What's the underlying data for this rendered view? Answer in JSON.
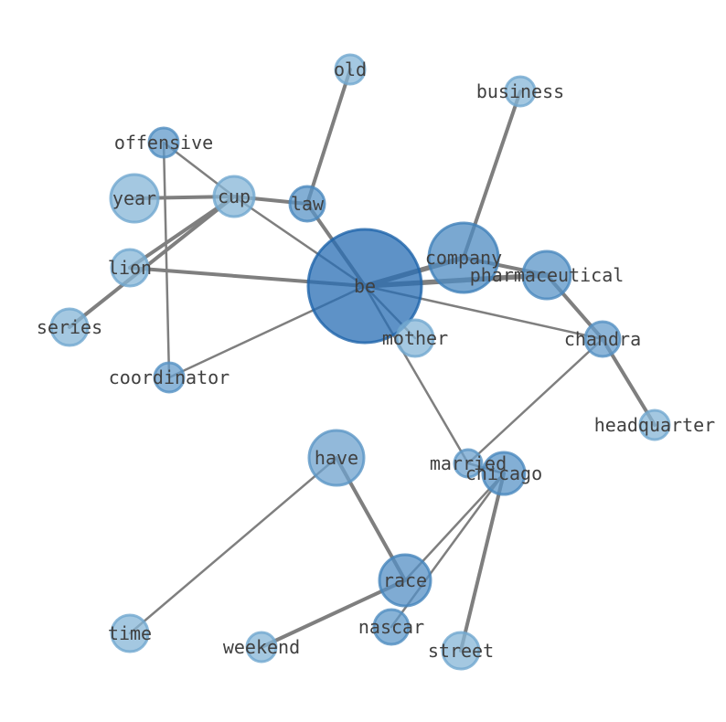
{
  "graph": {
    "nodes": [
      {
        "id": "be",
        "label": "be",
        "weight": 1.0
      },
      {
        "id": "company",
        "label": "company",
        "weight": 0.7
      },
      {
        "id": "pharmaceutical",
        "label": "pharmaceutical",
        "weight": 0.6
      },
      {
        "id": "race",
        "label": "race",
        "weight": 0.65
      },
      {
        "id": "chicago",
        "label": "chicago",
        "weight": 0.6
      },
      {
        "id": "law",
        "label": "law",
        "weight": 0.6
      },
      {
        "id": "have",
        "label": "have",
        "weight": 0.45
      },
      {
        "id": "chandra",
        "label": "chandra",
        "weight": 0.5
      },
      {
        "id": "nascar",
        "label": "nascar",
        "weight": 0.55
      },
      {
        "id": "offensive",
        "label": "offensive",
        "weight": 0.55
      },
      {
        "id": "coordinator",
        "label": "coordinator",
        "weight": 0.5
      },
      {
        "id": "married",
        "label": "married",
        "weight": 0.45
      },
      {
        "id": "year",
        "label": "year",
        "weight": 0.25
      },
      {
        "id": "cup",
        "label": "cup",
        "weight": 0.25
      },
      {
        "id": "lion",
        "label": "lion",
        "weight": 0.25
      },
      {
        "id": "series",
        "label": "series",
        "weight": 0.25
      },
      {
        "id": "mother",
        "label": "mother",
        "weight": 0.25
      },
      {
        "id": "old",
        "label": "old",
        "weight": 0.25
      },
      {
        "id": "business",
        "label": "business",
        "weight": 0.25
      },
      {
        "id": "headquarter",
        "label": "headquarter",
        "weight": 0.25
      },
      {
        "id": "time",
        "label": "time",
        "weight": 0.25
      },
      {
        "id": "weekend",
        "label": "weekend",
        "weight": 0.25
      },
      {
        "id": "street",
        "label": "street",
        "weight": 0.25
      }
    ],
    "edges": [
      {
        "source": "be",
        "target": "company",
        "weight": 3
      },
      {
        "source": "be",
        "target": "pharmaceutical",
        "weight": 3
      },
      {
        "source": "be",
        "target": "lion",
        "weight": 2
      },
      {
        "source": "be",
        "target": "law",
        "weight": 2
      },
      {
        "source": "be",
        "target": "mother",
        "weight": 1
      },
      {
        "source": "be",
        "target": "cup",
        "weight": 1
      },
      {
        "source": "be",
        "target": "coordinator",
        "weight": 1
      },
      {
        "source": "be",
        "target": "chandra",
        "weight": 1
      },
      {
        "source": "be",
        "target": "married",
        "weight": 1
      },
      {
        "source": "company",
        "target": "business",
        "weight": 2
      },
      {
        "source": "company",
        "target": "pharmaceutical",
        "weight": 2
      },
      {
        "source": "pharmaceutical",
        "target": "chandra",
        "weight": 2
      },
      {
        "source": "chandra",
        "target": "headquarter",
        "weight": 2
      },
      {
        "source": "chandra",
        "target": "married",
        "weight": 1
      },
      {
        "source": "law",
        "target": "old",
        "weight": 2
      },
      {
        "source": "law",
        "target": "cup",
        "weight": 2
      },
      {
        "source": "cup",
        "target": "year",
        "weight": 2
      },
      {
        "source": "cup",
        "target": "offensive",
        "weight": 1
      },
      {
        "source": "cup",
        "target": "lion",
        "weight": 2
      },
      {
        "source": "cup",
        "target": "series",
        "weight": 2
      },
      {
        "source": "offensive",
        "target": "coordinator",
        "weight": 1
      },
      {
        "source": "have",
        "target": "race",
        "weight": 2
      },
      {
        "source": "have",
        "target": "time",
        "weight": 1
      },
      {
        "source": "race",
        "target": "weekend",
        "weight": 2
      },
      {
        "source": "race",
        "target": "chicago",
        "weight": 1
      },
      {
        "source": "chicago",
        "target": "nascar",
        "weight": 1
      },
      {
        "source": "chicago",
        "target": "street",
        "weight": 2
      },
      {
        "source": "chicago",
        "target": "married",
        "weight": 1
      }
    ]
  }
}
